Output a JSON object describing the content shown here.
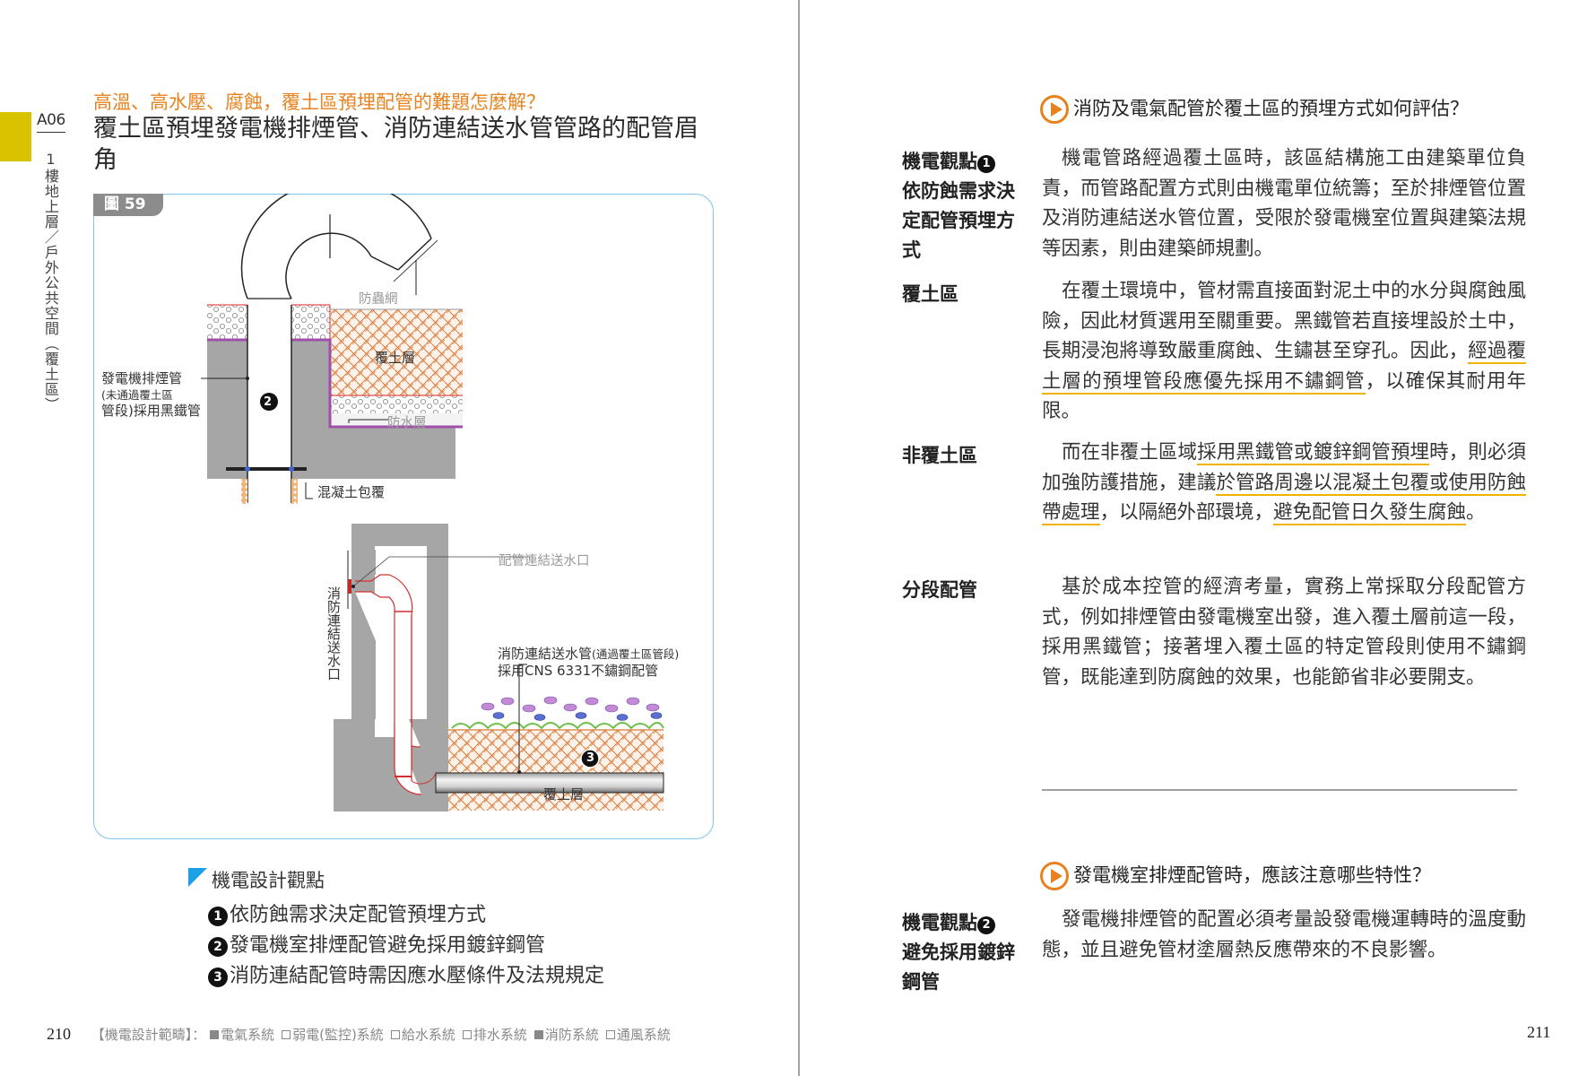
{
  "left_page": {
    "section_code": "A06",
    "section_path": "1樓地上層／戶外公共空間（覆土區）",
    "subtitle": "高溫、高水壓、腐蝕，覆土區預埋配管的難題怎麼解？",
    "title": "覆土區預埋發電機排煙管、消防連結送水管管路的配管眉角",
    "figure": {
      "tag": "圖 59",
      "labels": {
        "insect_screen": "防蟲網",
        "soil_layer_top": "覆土層",
        "exhaust_pipe_line1": "發電機排煙管",
        "exhaust_pipe_line2": "(未通過覆土區",
        "exhaust_pipe_line3": "管段)採用黑鐵管",
        "waterproof": "防水層",
        "concrete_cover": "混凝土包覆",
        "inlet_connection": "配管連結送水口",
        "fire_inlet_vertical": "消防連結送水口",
        "fire_pipe_line1": "消防連結送水管",
        "fire_pipe_line1_small": "(通過覆土區管段)",
        "fire_pipe_line2": "採用CNS 6331不鏽鋼配管",
        "soil_layer_bottom": "覆土層",
        "marker_2": "2",
        "marker_3": "3"
      }
    },
    "design_points": {
      "heading": "機電設計觀點",
      "items": [
        {
          "num": "1",
          "text": "依防蝕需求決定配管預埋方式"
        },
        {
          "num": "2",
          "text": "發電機室排煙配管避免採用鍍鋅鋼管"
        },
        {
          "num": "3",
          "text": "消防連結配管時需因應水壓條件及法規規定"
        }
      ]
    },
    "footer": {
      "page_number": "210",
      "scope_label": "【機電設計範疇】：",
      "systems": [
        {
          "name": "電氣系統",
          "checked": true
        },
        {
          "name": "弱電(監控)系統",
          "checked": false
        },
        {
          "name": "給水系統",
          "checked": false
        },
        {
          "name": "排水系統",
          "checked": false
        },
        {
          "name": "消防系統",
          "checked": true
        },
        {
          "name": "通風系統",
          "checked": false
        }
      ]
    }
  },
  "right_page": {
    "q1": {
      "heading": "消防及電氣配管於覆土區的預埋方式如何評估？",
      "point_label_prefix": "機電觀點",
      "point_num": "1",
      "point_label": "依防蝕需求決定配管預埋方式",
      "p1": "機電管路經過覆土區時，該區結構施工由建築單位負責，而管路配置方式則由機電單位統籌；至於排煙管位置及消防連結送水管位置，受限於發電機室位置與建築法規等因素，則由建築師規劃。",
      "label_soil": "覆土區",
      "p2_a": "在覆土環境中，管材需直接面對泥土中的水分與腐蝕風險，因此材質選用至關重要。黑鐵管若直接埋設於土中，長期浸泡將導致嚴重腐蝕、生鏽甚至穿孔。因此，",
      "p2_u": "經過覆土層的預埋管段應優先採用不鏽鋼管",
      "p2_b": "，以確保其耐用年限。",
      "label_non_soil": "非覆土區",
      "p3_a": "而在非覆土區域",
      "p3_u1": "採用黑鐵管或鍍鋅鋼管預埋",
      "p3_b": "時，則必須加強防護措施，建議",
      "p3_u2": "於管路周邊以混凝土包覆或使用防蝕帶處理",
      "p3_c": "，以隔絕外部環境，",
      "p3_u3": "避免配管日久發生腐蝕",
      "p3_d": "。",
      "label_segment": "分段配管",
      "p4": "基於成本控管的經濟考量，實務上常採取分段配管方式，例如排煙管由發電機室出發，進入覆土層前這一段，採用黑鐵管；接著埋入覆土區的特定管段則使用不鏽鋼管，既能達到防腐蝕的效果，也能節省非必要開支。"
    },
    "q2": {
      "heading": "發電機室排煙配管時，應該注意哪些特性？",
      "point_label_prefix": "機電觀點",
      "point_num": "2",
      "point_label": "避免採用鍍鋅鋼管",
      "p1": "發電機排煙管的配置必須考量設發電機運轉時的溫度動態，並且避免管材塗層熱反應帶來的不良影響。"
    },
    "page_number": "211"
  },
  "colors": {
    "accent_orange": "#e8821e",
    "tab_yellow": "#d9c300",
    "frame_blue": "#7fc4ea",
    "underline_yellow": "#f0b400",
    "pointer_blue": "#1ea0e6"
  }
}
